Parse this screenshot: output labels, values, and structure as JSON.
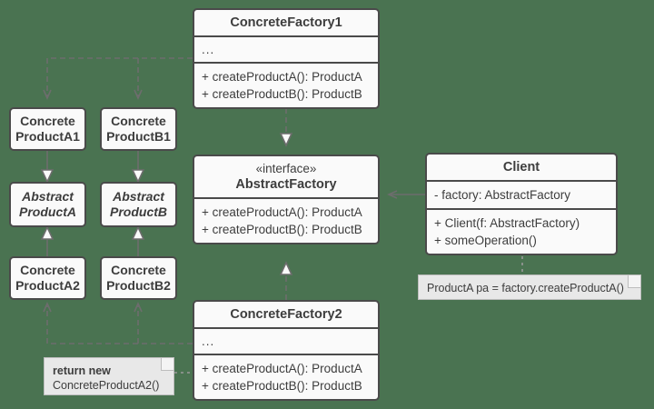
{
  "diagram": {
    "title": "Abstract Factory UML class diagram",
    "background_color": "#4a7351",
    "box_fill": "#fafafa",
    "box_stroke": "#4a4a4a",
    "line_color": "#6d6d6d",
    "note_fill": "#e8e8e8",
    "note_stroke": "#bdbdbd",
    "text_color": "#3d3d3d"
  },
  "classes": {
    "concrete_factory1": {
      "name": "ConcreteFactory1",
      "attributes": [
        "..."
      ],
      "operations": [
        "+ createProductA(): ProductA",
        "+ createProductB(): ProductB"
      ]
    },
    "abstract_factory": {
      "stereotype": "«interface»",
      "name": "AbstractFactory",
      "operations": [
        "+ createProductA(): ProductA",
        "+ createProductB(): ProductB"
      ]
    },
    "concrete_factory2": {
      "name": "ConcreteFactory2",
      "attributes": [
        "..."
      ],
      "operations": [
        "+ createProductA(): ProductA",
        "+ createProductB(): ProductB"
      ]
    },
    "client": {
      "name": "Client",
      "attributes": [
        "- factory: AbstractFactory"
      ],
      "operations": [
        "+ Client(f: AbstractFactory)",
        "+ someOperation()"
      ]
    }
  },
  "products": {
    "concrete_product_a1": {
      "line1": "Concrete",
      "line2": "ProductA1",
      "abstract": false
    },
    "concrete_product_b1": {
      "line1": "Concrete",
      "line2": "ProductB1",
      "abstract": false
    },
    "abstract_product_a": {
      "line1": "Abstract",
      "line2": "ProductA",
      "abstract": true
    },
    "abstract_product_b": {
      "line1": "Abstract",
      "line2": "ProductB",
      "abstract": true
    },
    "concrete_product_a2": {
      "line1": "Concrete",
      "line2": "ProductA2",
      "abstract": false
    },
    "concrete_product_b2": {
      "line1": "Concrete",
      "line2": "ProductB2",
      "abstract": false
    }
  },
  "notes": {
    "client_note": {
      "text": "ProductA pa = factory.createProductA()"
    },
    "factory_note": {
      "bold_text": "return new",
      "text": "ConcreteProductA2()"
    }
  },
  "relationships": [
    {
      "name": "factory1-creates-productA1",
      "type": "dependency",
      "from": "ConcreteFactory1",
      "to": "ConcreteProductA1"
    },
    {
      "name": "factory1-creates-productB1",
      "type": "dependency",
      "from": "ConcreteFactory1",
      "to": "ConcreteProductB1"
    },
    {
      "name": "factory1-implements-abstractfactory",
      "type": "realization",
      "from": "ConcreteFactory1",
      "to": "AbstractFactory"
    },
    {
      "name": "factory2-implements-abstractfactory",
      "type": "realization",
      "from": "ConcreteFactory2",
      "to": "AbstractFactory"
    },
    {
      "name": "productA1-extends-abstractProductA",
      "type": "generalization",
      "from": "ConcreteProductA1",
      "to": "AbstractProductA"
    },
    {
      "name": "productB1-extends-abstractProductB",
      "type": "generalization",
      "from": "ConcreteProductB1",
      "to": "AbstractProductB"
    },
    {
      "name": "productA2-extends-abstractProductA",
      "type": "generalization",
      "from": "ConcreteProductA2",
      "to": "AbstractProductA"
    },
    {
      "name": "productB2-extends-abstractProductB",
      "type": "generalization",
      "from": "ConcreteProductB2",
      "to": "AbstractProductB"
    },
    {
      "name": "factory2-creates-productA2",
      "type": "dependency",
      "from": "ConcreteFactory2",
      "to": "ConcreteProductA2"
    },
    {
      "name": "factory2-creates-productB2",
      "type": "dependency",
      "from": "ConcreteFactory2",
      "to": "ConcreteProductB2"
    },
    {
      "name": "client-uses-abstractfactory",
      "type": "association",
      "from": "Client",
      "to": "AbstractFactory"
    }
  ]
}
